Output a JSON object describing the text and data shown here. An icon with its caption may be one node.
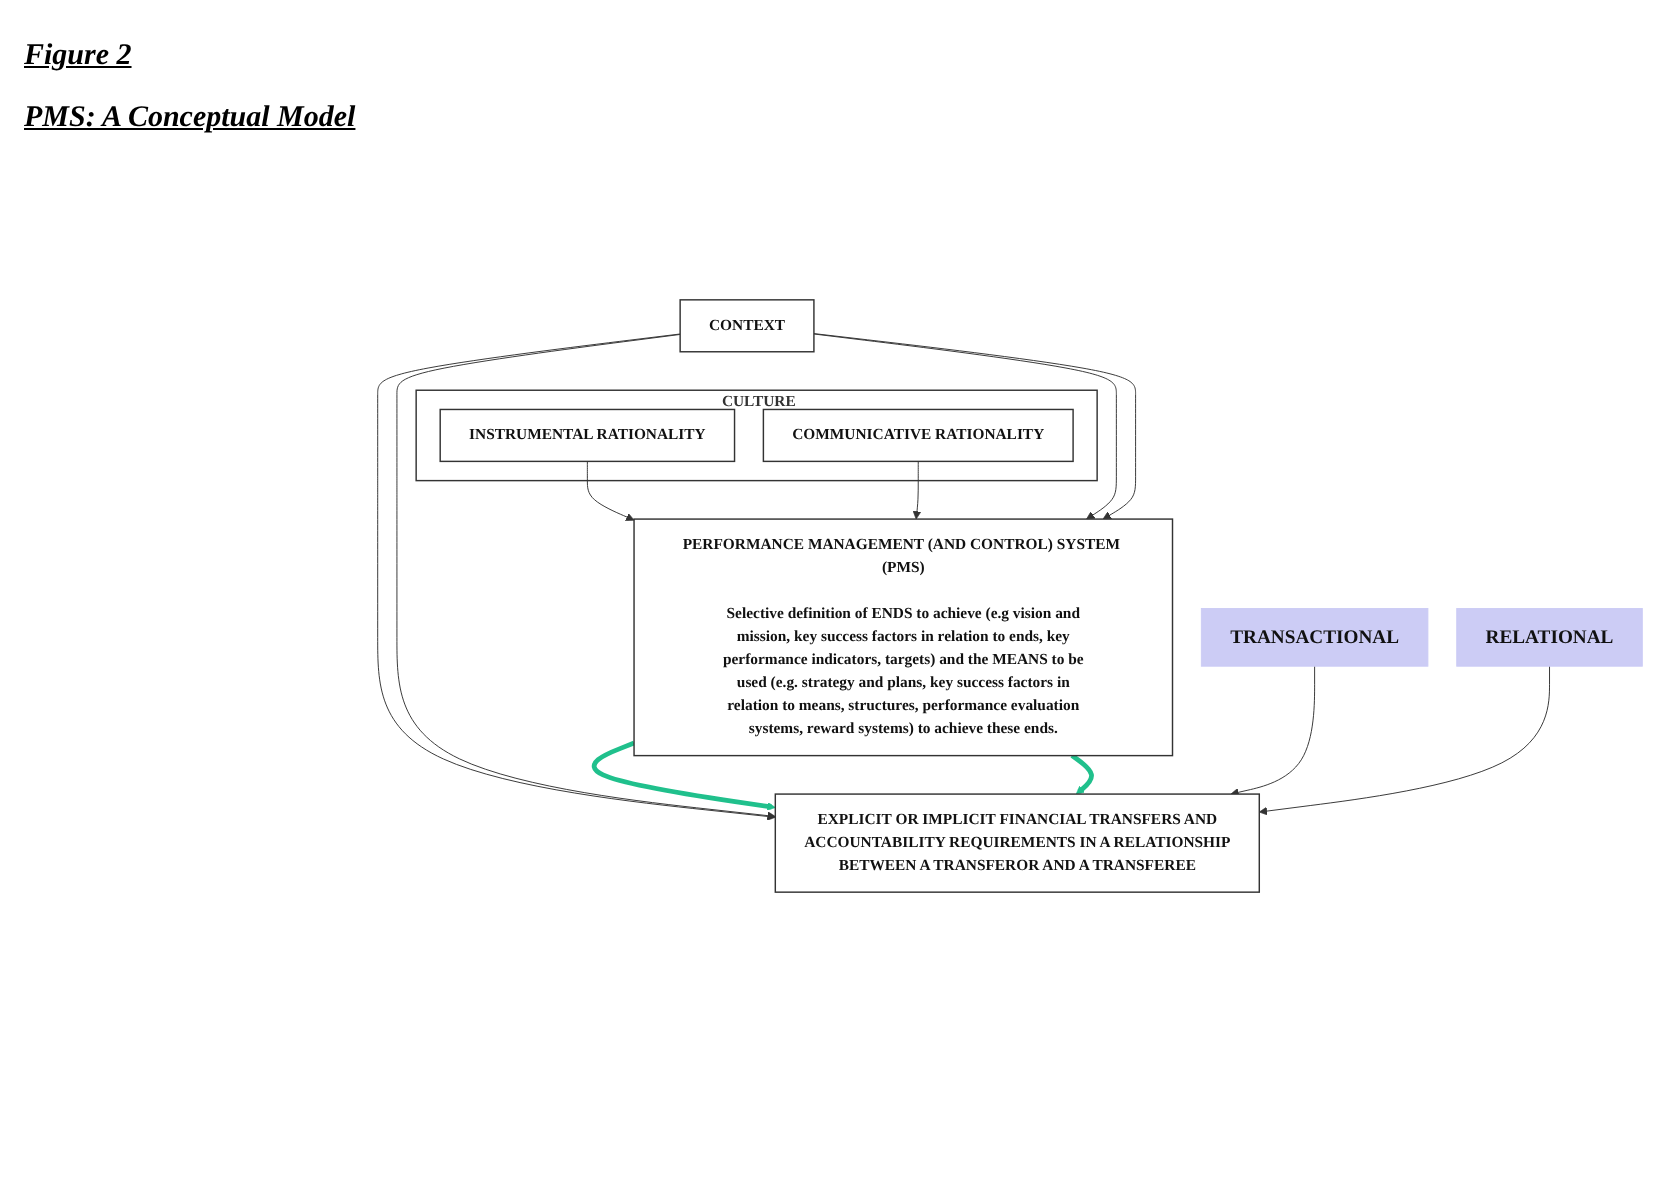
{
  "diagram": {
    "title": "PMS: A Conceptual Model",
    "nodes": [
      {
        "text": [
          "CONTEXT"
        ]
      },
      {
        "text": [
          "CULTURE"
        ]
      },
      {
        "text": [
          "INSTRUMENTAL RATIONALITY"
        ],
        "in": 1
      },
      {
        "text": [
          "COMMUNICATIVE RATIONALITY"
        ],
        "in": 1
      },
      {
        "text": [
          "PERFORMANCE MANAGEMENT (AND CONTROL) SYSTEM (PMS)",
          "Selective definition of ENDS to achieve (e.g vision and mission, key success factors in relation to ends, key performance indicators, targets) and the MEANS to be used (e.g. strategy and plans, key success factors in relation to means, structures, performance evaluation systems, reward systems) to achieve these ends."
        ]
      },
      {
        "text": [
          "TRANSACTIONAL"
        ]
      },
      {
        "text": [
          "RELATIONAL"
        ]
      },
      {
        "text": [
          "EXPLICIT OR IMPLICIT FINANCIAL TRANSFERS AND ACCOUNTABILITY REQUIREMENTS IN A RELATIONSHIP BETWEEN A TRANSFEROR AND A TRANSFEREE"
        ]
      }
    ],
    "edges": [
      {
        "from": 2,
        "to": 4,
        "arrow": "to"
      },
      {
        "from": 3,
        "to": 4,
        "arrow": "to"
      },
      {
        "from": 0,
        "to": 4,
        "arrow": "to"
      },
      {
        "from": 0,
        "to": 7,
        "arrow": "to"
      },
      {
        "from": 0,
        "to": 4,
        "arrow": "to"
      },
      {
        "from": 0,
        "to": 7,
        "arrow": "to"
      },
      {
        "from": 4,
        "to": 7,
        "arrow": "to",
        "style": "thick",
        "color": "#20c08c"
      },
      {
        "from": 4,
        "to": 7,
        "arrow": "to",
        "style": "thick",
        "color": "#20c08c"
      },
      {
        "from": 5,
        "to": 7,
        "arrow": "to"
      },
      {
        "from": 6,
        "to": 7,
        "arrow": "to"
      }
    ],
    "labels": [
      "Figure 2"
    ]
  }
}
